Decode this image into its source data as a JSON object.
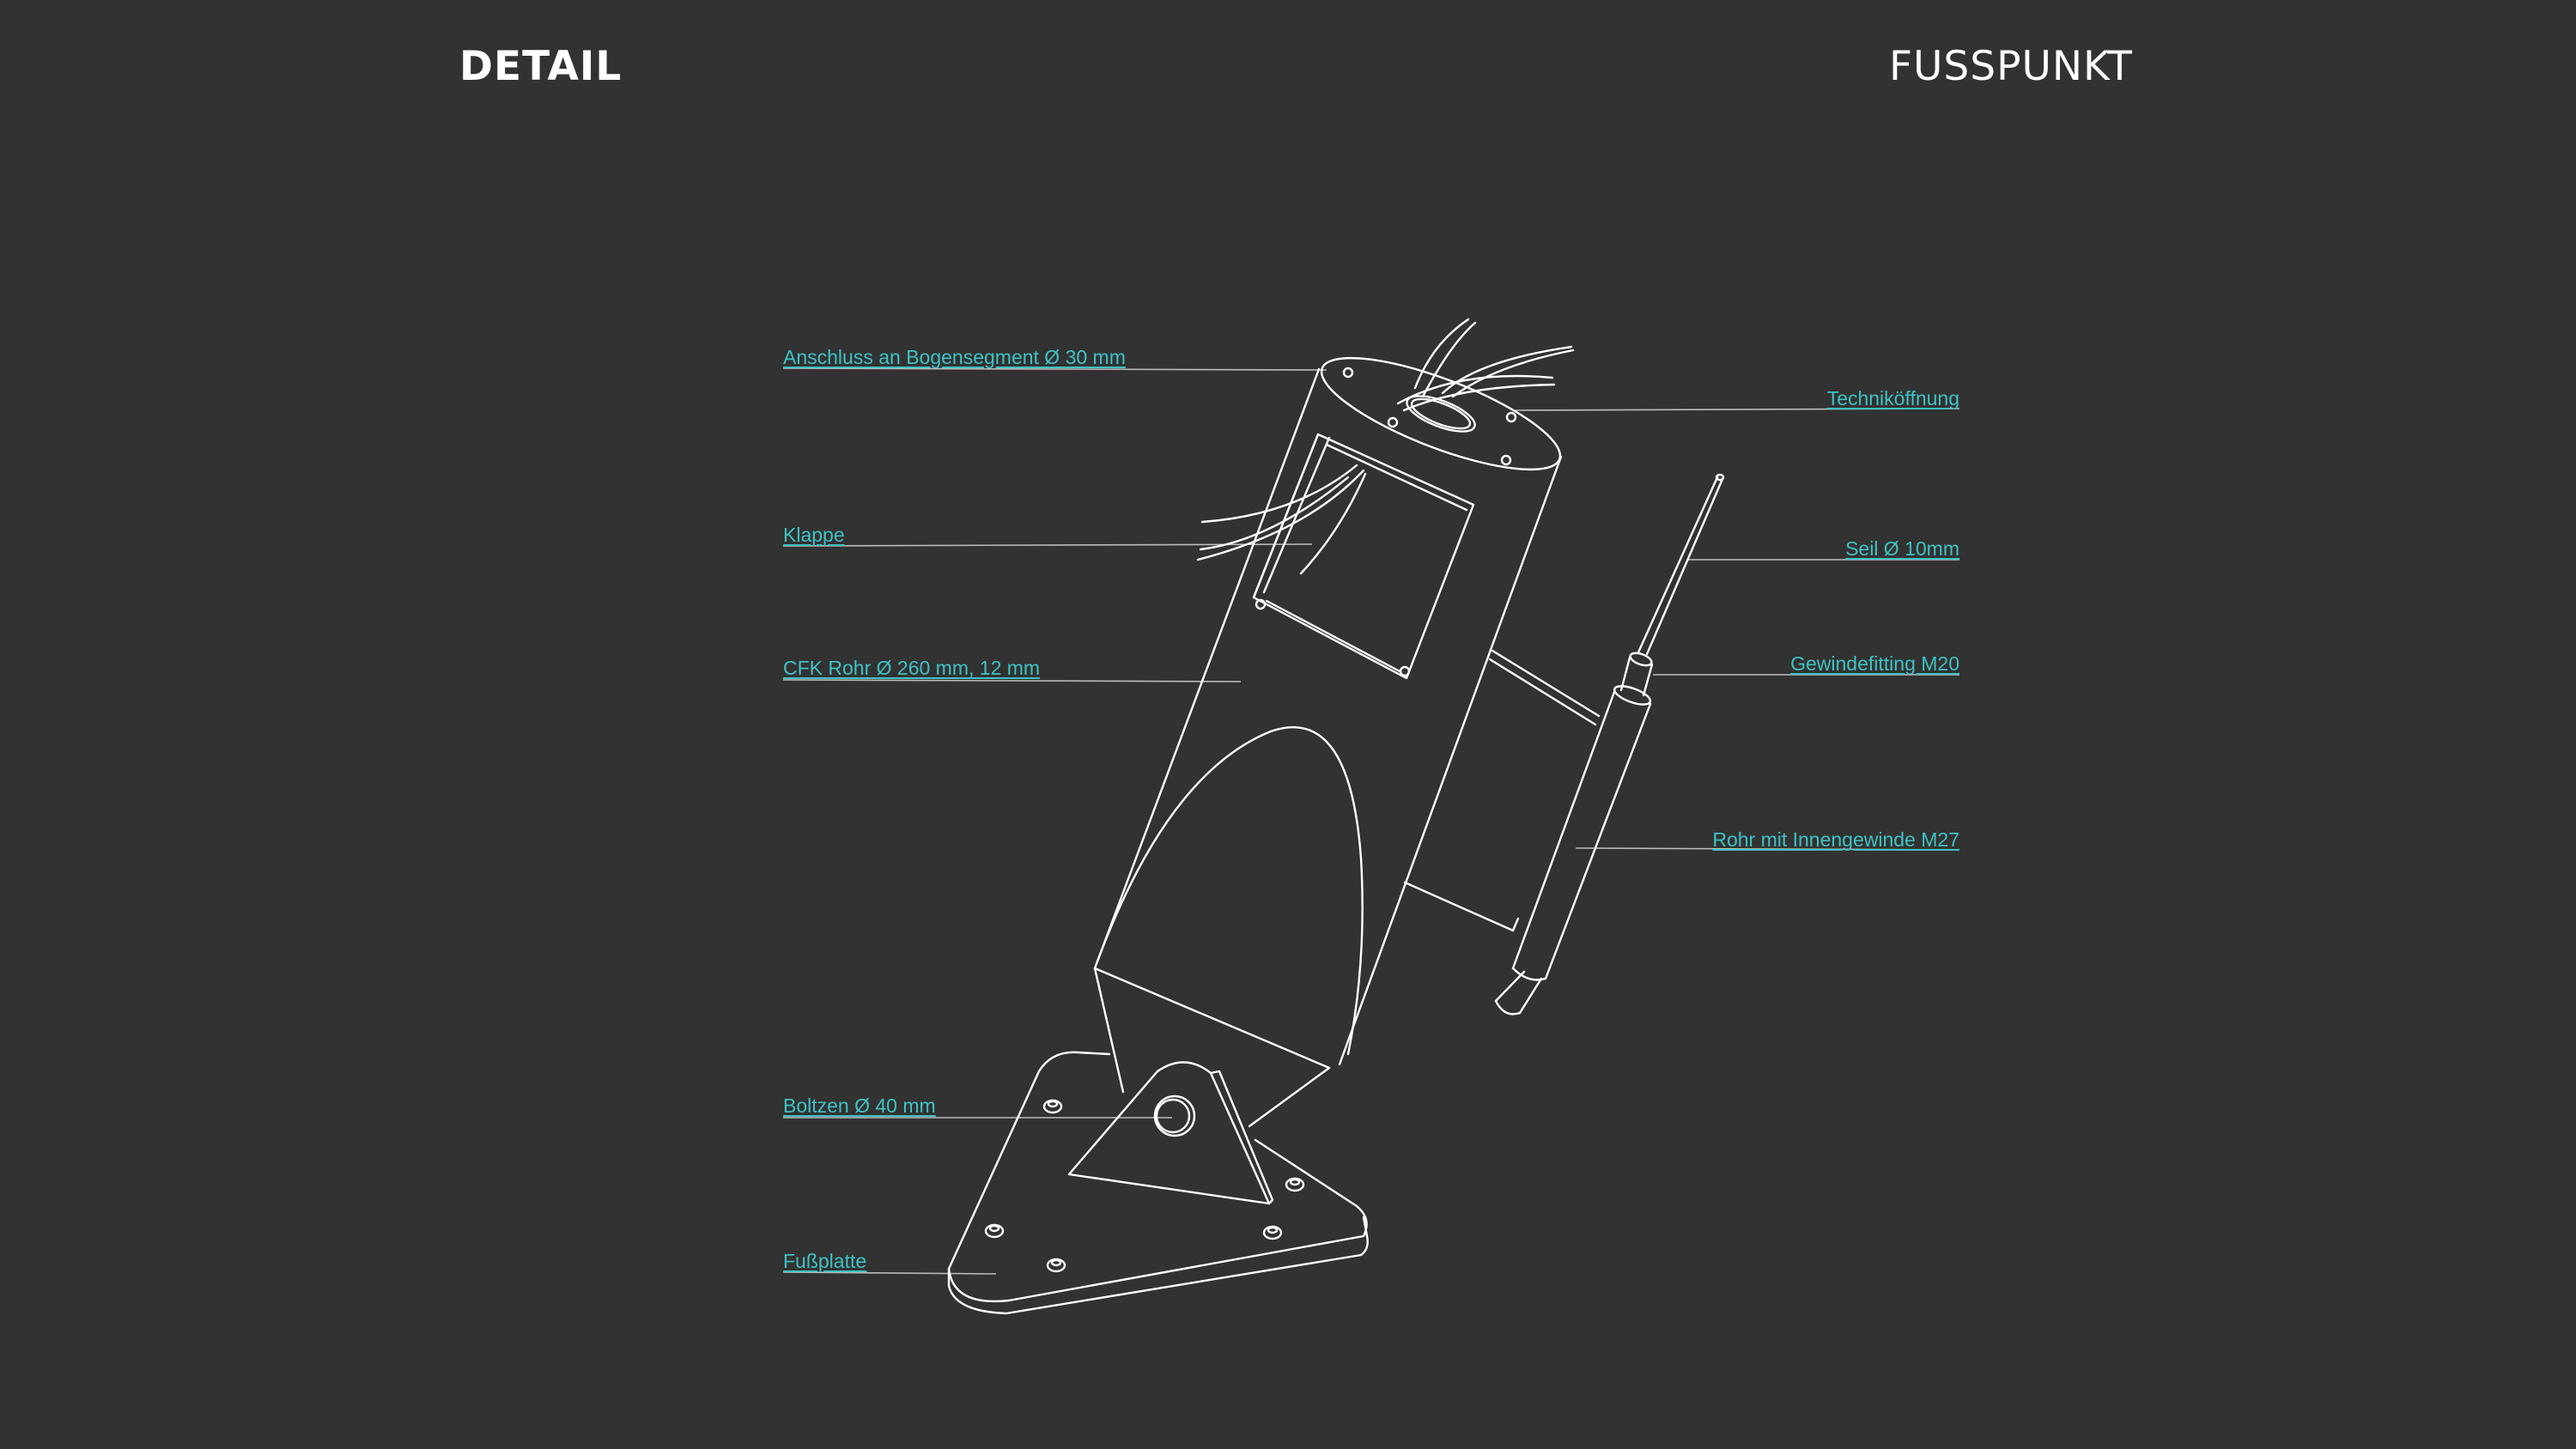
{
  "header": {
    "left_title": "DETAIL",
    "right_title": "FUSSPUNKT"
  },
  "labels": {
    "anschluss": "Anschluss an Bogensegment Ø 30 mm",
    "klappe": "Klappe",
    "cfk_rohr": "CFK Rohr Ø 260 mm, 12 mm",
    "boltzen": "Boltzen Ø 40 mm",
    "fussplatte": "Fußplatte",
    "techniköffnung": "Techniköffnung",
    "seil": "Seil Ø 10mm",
    "gewindefitting": "Gewindefitting M20",
    "rohr_innengewinde": "Rohr mit Innengewinde M27"
  },
  "colors": {
    "background": "#323232",
    "line_art": "#ffffff",
    "callout": "#3ec2c4",
    "leader_line": "#bdbdbd"
  }
}
